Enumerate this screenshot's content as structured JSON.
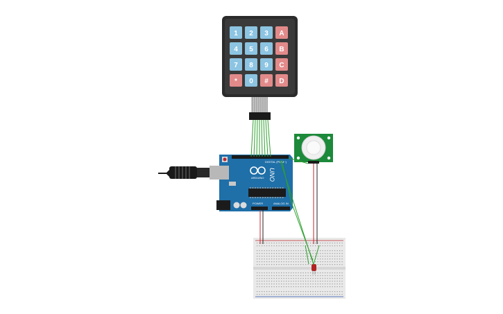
{
  "keypad": {
    "keys": [
      {
        "label": "1",
        "kind": "num"
      },
      {
        "label": "2",
        "kind": "num"
      },
      {
        "label": "3",
        "kind": "num"
      },
      {
        "label": "A",
        "kind": "letter"
      },
      {
        "label": "4",
        "kind": "num"
      },
      {
        "label": "5",
        "kind": "num"
      },
      {
        "label": "6",
        "kind": "num"
      },
      {
        "label": "B",
        "kind": "letter"
      },
      {
        "label": "7",
        "kind": "num"
      },
      {
        "label": "8",
        "kind": "num"
      },
      {
        "label": "9",
        "kind": "num"
      },
      {
        "label": "C",
        "kind": "letter"
      },
      {
        "label": "*",
        "kind": "letter"
      },
      {
        "label": "0",
        "kind": "num"
      },
      {
        "label": "#",
        "kind": "letter"
      },
      {
        "label": "D",
        "kind": "letter"
      }
    ],
    "pin_count": 8
  },
  "arduino": {
    "brand": "UNO",
    "logo_text": "ARDUINO",
    "header_label": "DIGITAL (PWM~)",
    "power_label": "POWER",
    "analog_label": "ANALOG IN"
  },
  "colors": {
    "keypad_body": "#2b2b2b",
    "key_num": "#8cc4e2",
    "key_letter": "#e28a8a",
    "board": "#1f6fa8",
    "wire_signal": "#2ea02e",
    "wire_power": "#c0262d",
    "wire_ground": "#222222",
    "pir_board": "#1c8a3a",
    "breadboard": "#e9e9e9",
    "led": "#b22222"
  }
}
